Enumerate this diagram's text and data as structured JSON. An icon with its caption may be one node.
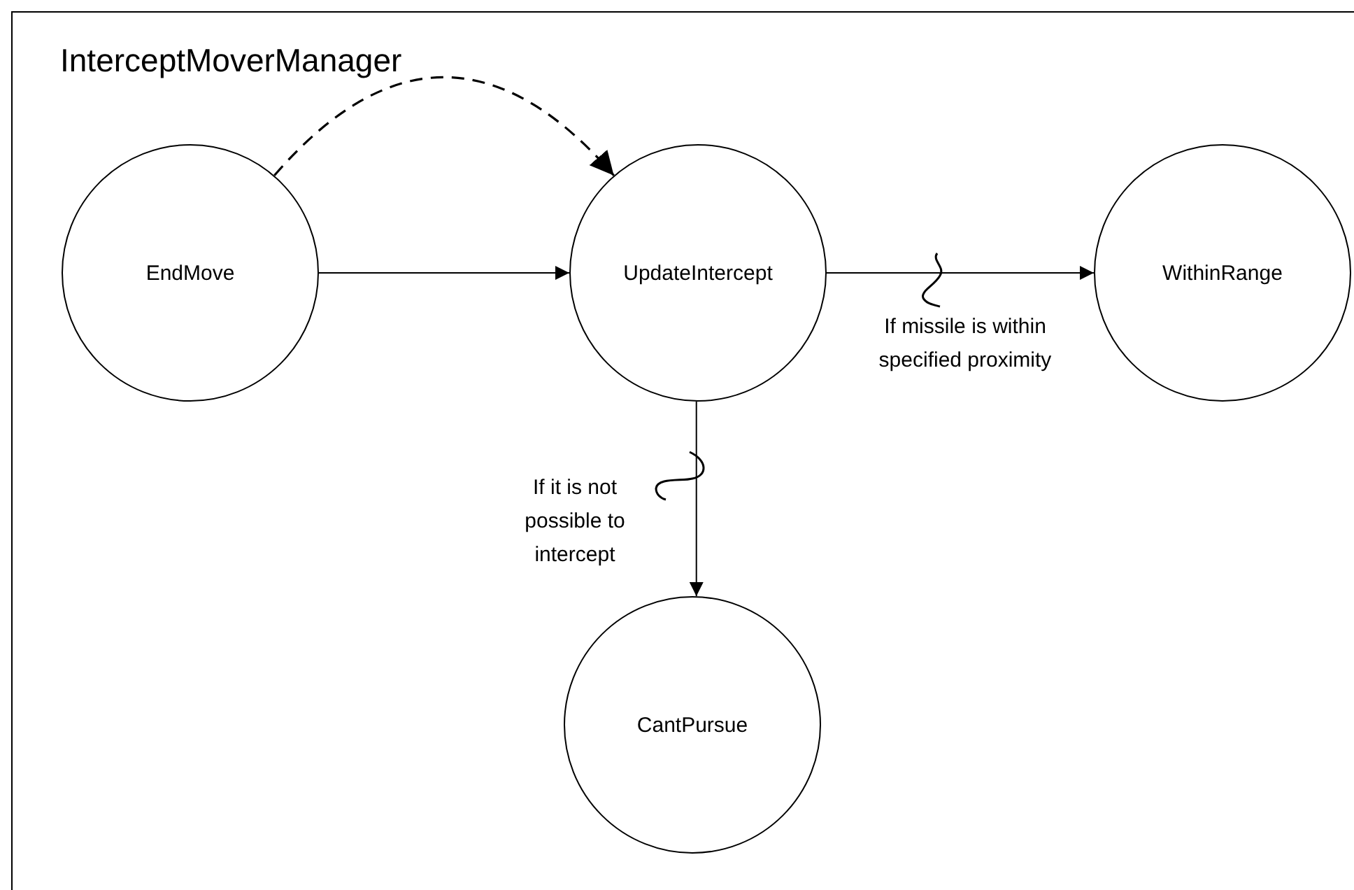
{
  "diagram": {
    "title": "InterceptMoverManager",
    "nodes": [
      {
        "text": [
          "EndMove"
        ]
      },
      {
        "text": [
          "UpdateIntercept"
        ]
      },
      {
        "text": [
          "WithinRange"
        ]
      },
      {
        "text": [
          "CantPursue"
        ]
      }
    ],
    "edges": [
      {
        "from": 0,
        "to": 1,
        "arrow": "to",
        "style": "dashed"
      },
      {
        "from": 0,
        "to": 1,
        "arrow": "to"
      },
      {
        "from": 1,
        "to": 2,
        "arrow": "to",
        "label": "If missile is within specified proximity"
      },
      {
        "from": 1,
        "to": 3,
        "arrow": "to",
        "label": "If it is not possible to intercept"
      }
    ]
  }
}
